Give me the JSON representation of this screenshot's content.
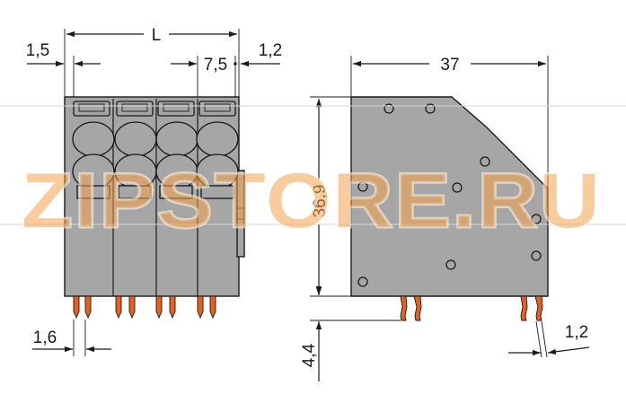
{
  "watermark": {
    "text": "ZIPSTORE.RU",
    "color": "#f2a24a"
  },
  "colors": {
    "housing": "#a6a6a6",
    "pins": "#e8601c",
    "lines": "#1a1a1a"
  },
  "front_view": {
    "dim_length": "L",
    "dim_left_offset": "1,5",
    "dim_pitch": "7,5",
    "dim_right_offset": "1,2",
    "dim_pin_width": "1,6"
  },
  "side_view": {
    "dim_width": "37",
    "dim_height": "36,9",
    "dim_pin_length": "4,4",
    "dim_pin_offset": "1,2"
  }
}
